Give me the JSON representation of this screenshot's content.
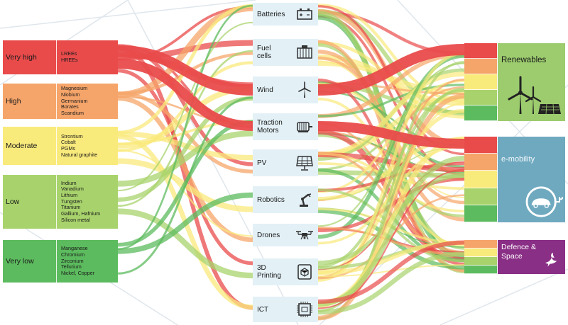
{
  "risk_levels": [
    {
      "label": "Very high",
      "color": "#e94b4b",
      "materials": [
        "LREEs",
        "HREEs"
      ]
    },
    {
      "label": "High",
      "color": "#f6a56a",
      "materials": [
        "Magnesium",
        "Niobium",
        "Germanium",
        "Borates",
        "Scandium"
      ]
    },
    {
      "label": "Moderate",
      "color": "#f9ea7c",
      "materials": [
        "Strontium",
        "Cobalt",
        "PGMs",
        "Natural graphite"
      ]
    },
    {
      "label": "Low",
      "color": "#a8d36c",
      "materials": [
        "Indium",
        "Vanadium",
        "Lithium",
        "Tungsten",
        "Titanium",
        "Gallium, Hafnium",
        "Silicon metal"
      ]
    },
    {
      "label": "Very low",
      "color": "#5cbb5e",
      "materials": [
        "Manganese",
        "Chromium",
        "Zirconium",
        "Tellurium",
        "Nickel, Copper"
      ]
    }
  ],
  "technologies": [
    {
      "label": "Batteries",
      "icon": "battery-icon"
    },
    {
      "label": "Fuel\ncells",
      "icon": "fuel-cell-icon"
    },
    {
      "label": "Wind",
      "icon": "wind-turbine-icon"
    },
    {
      "label": "Traction\nMotors",
      "icon": "motor-icon"
    },
    {
      "label": "PV",
      "icon": "solar-panel-icon"
    },
    {
      "label": "Robotics",
      "icon": "robot-arm-icon"
    },
    {
      "label": "Drones",
      "icon": "drone-icon"
    },
    {
      "label": "3D\nPrinting",
      "icon": "3d-printer-icon"
    },
    {
      "label": "ICT",
      "icon": "chip-icon"
    }
  ],
  "sectors": [
    {
      "label": "Renewables",
      "color": "#9ccc6e",
      "icon": "renewables-icon"
    },
    {
      "label": "e-mobility",
      "color": "#6fa9bf",
      "icon": "ev-charging-icon"
    },
    {
      "label": "Defence &\nSpace",
      "color": "#8a2f86",
      "icon": "dove-icon"
    }
  ],
  "colors": {
    "very_high": "#e94b4b",
    "high": "#f6a56a",
    "moderate": "#f9ea7c",
    "low": "#a8d36c",
    "very_low": "#5cbb5e",
    "tech_box": "#e3f1f7"
  }
}
